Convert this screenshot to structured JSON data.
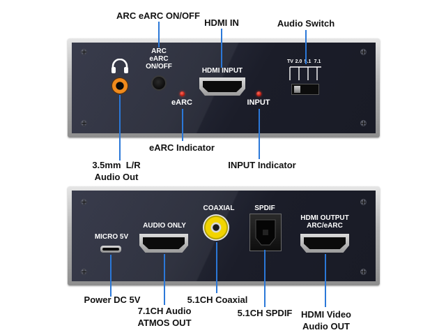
{
  "callouts": {
    "arc_switch": "ARC eARC ON/OFF",
    "hdmi_in": "HDMI IN",
    "audio_switch": "Audio Switch",
    "earc_indicator": "eARC Indicator",
    "audio_out_line1": "3.5mm  L/R",
    "audio_out_line2": "Audio Out",
    "input_indicator": "INPUT Indicator",
    "power": "Power DC 5V",
    "audio_71_line1": "7.1CH Audio",
    "audio_71_line2": "ATMOS OUT",
    "coaxial": "5.1CH Coaxial",
    "spdif": "5.1CH SPDIF",
    "hdmi_video_line1": "HDMI Video",
    "hdmi_video_line2": "Audio OUT"
  },
  "top_panel": {
    "arc_label_line1": "ARC",
    "arc_label_line2": "eARC",
    "arc_label_line3": "ON/OFF",
    "hdmi_input_label": "HDMI INPUT",
    "earc_led_label": "eARC",
    "input_led_label": "INPUT",
    "switch_positions": [
      "TV",
      "2.0",
      "5.1",
      "7.1"
    ]
  },
  "bottom_panel": {
    "micro_label": "MICRO 5V",
    "audio_only_label": "AUDIO ONLY",
    "coaxial_label": "COAXIAL",
    "spdif_label": "SPDIF",
    "hdmi_output_line1": "HDMI OUTPUT",
    "hdmi_output_line2": "ARC/eARC"
  },
  "colors": {
    "callout_line": "#2b78d8",
    "panel_face": "#23263a",
    "led": "#e0201a",
    "coaxial_ring": "#e8c800"
  },
  "icons": {
    "headphones": "headphones-icon"
  }
}
